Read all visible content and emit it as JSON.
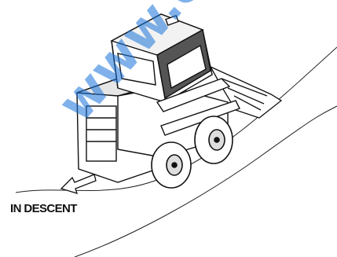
{
  "direction_label": "IN DESCENT",
  "watermark_text": "www.c",
  "colors": {
    "line": "#111111",
    "watermark": "#1a73d9",
    "background": "#ffffff"
  },
  "icons": {
    "vehicle": "skid-steer-loader-illustration",
    "arrow": "downhill-direction-arrow"
  }
}
